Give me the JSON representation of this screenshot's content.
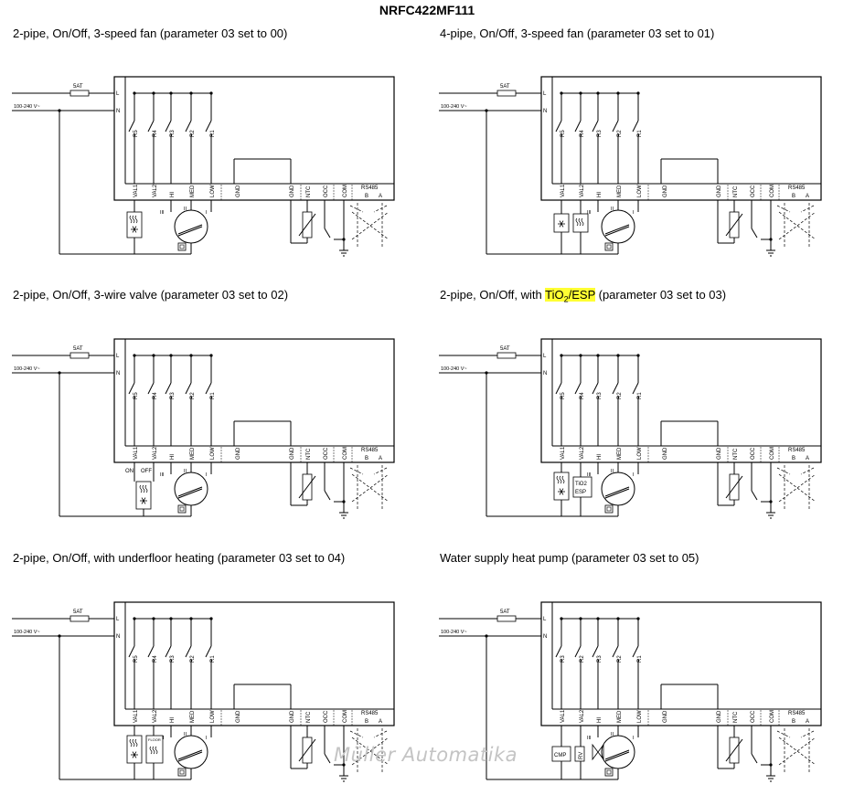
{
  "title": "NRFC422MF111",
  "terminals": {
    "L": "L",
    "N": "N",
    "fuse": "5AT",
    "supply": "100-240 V~",
    "bottom": [
      "VAL1",
      "VAL2",
      "HI",
      "MED",
      "LOW",
      "GND",
      "GND",
      "NTC",
      "OCC",
      "COM"
    ],
    "bus": "RS485",
    "bus_b": "B",
    "bus_a": "A",
    "speed_hi": "III",
    "speed_med": "II",
    "speed_low": "I",
    "switch_on": "ON",
    "switch_off": "OFF",
    "tio2": "TiO2",
    "esp": "ESP",
    "floor": "FLOOR",
    "cmp": "CMP",
    "rv": "RV"
  },
  "diagrams": [
    {
      "heading": "2-pipe, On/Off, 3-speed fan (parameter 03 set to 00)",
      "relays": [
        "R5",
        "R4",
        "R3",
        "R2",
        "R1"
      ],
      "variant": "2pipe-fan"
    },
    {
      "heading": "4-pipe, On/Off, 3-speed fan (parameter 03 set to 01)",
      "relays": [
        "R5",
        "R4",
        "R3",
        "R2",
        "R1"
      ],
      "variant": "4pipe-fan"
    },
    {
      "heading": "2-pipe, On/Off, 3-wire valve (parameter 03 set to 02)",
      "relays": [
        "R5",
        "R4",
        "R3",
        "R2",
        "R1"
      ],
      "variant": "3wire-valve"
    },
    {
      "heading_pre": "2-pipe, On/Off, with ",
      "heading_hl_main": "TiO",
      "heading_hl_sub": "2",
      "heading_hl_post": "/ESP",
      "heading_post": " (parameter 03 set to 03)",
      "relays": [
        "R5",
        "R4",
        "R3",
        "R2",
        "R1"
      ],
      "variant": "tio2"
    },
    {
      "heading": "2-pipe, On/Off, with underfloor heating (parameter 03 set to 04)",
      "relays": [
        "R5",
        "R4",
        "R3",
        "R2",
        "R1"
      ],
      "variant": "underfloor"
    },
    {
      "heading": "Water supply heat pump (parameter 03 set to 05)",
      "relays": [
        "R3",
        "R2",
        "R3",
        "R2",
        "R1"
      ],
      "variant": "heatpump"
    }
  ],
  "watermark": "Müller Automatika"
}
